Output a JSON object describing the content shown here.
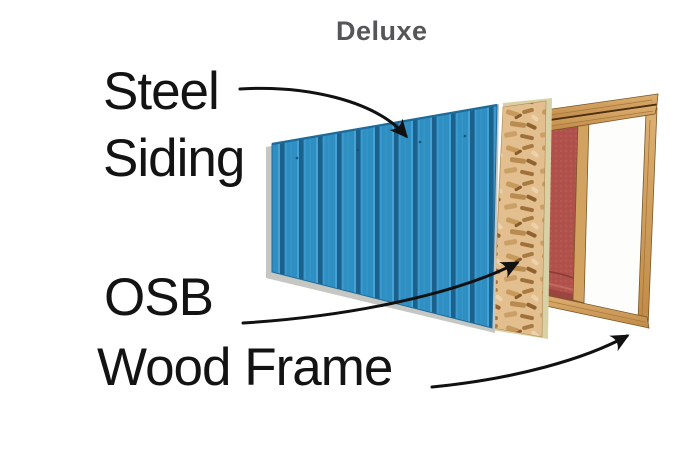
{
  "title": {
    "text": "Deluxe",
    "color": "#565659"
  },
  "labels": {
    "steel_siding": {
      "line1": "Steel",
      "line2": "Siding"
    },
    "osb": {
      "text": "OSB"
    },
    "wood_frame": {
      "text": "Wood Frame"
    }
  },
  "diagram": {
    "type": "layered-wall-cutaway",
    "layers": [
      {
        "name": "Steel Siding panel",
        "color": "#2f8fc3",
        "accent": "#1b618c"
      },
      {
        "name": "OSB sheathing panel",
        "color": "#e3bf90",
        "accent": "#a0703a"
      },
      {
        "name": "Red insulation layer",
        "color": "#b0514b",
        "accent": "#8a3a34"
      },
      {
        "name": "Wood frame",
        "color": "#cf9f5d",
        "accent": "#7a5628"
      }
    ],
    "arrow_color": "#111111",
    "label_color": "#131313"
  }
}
